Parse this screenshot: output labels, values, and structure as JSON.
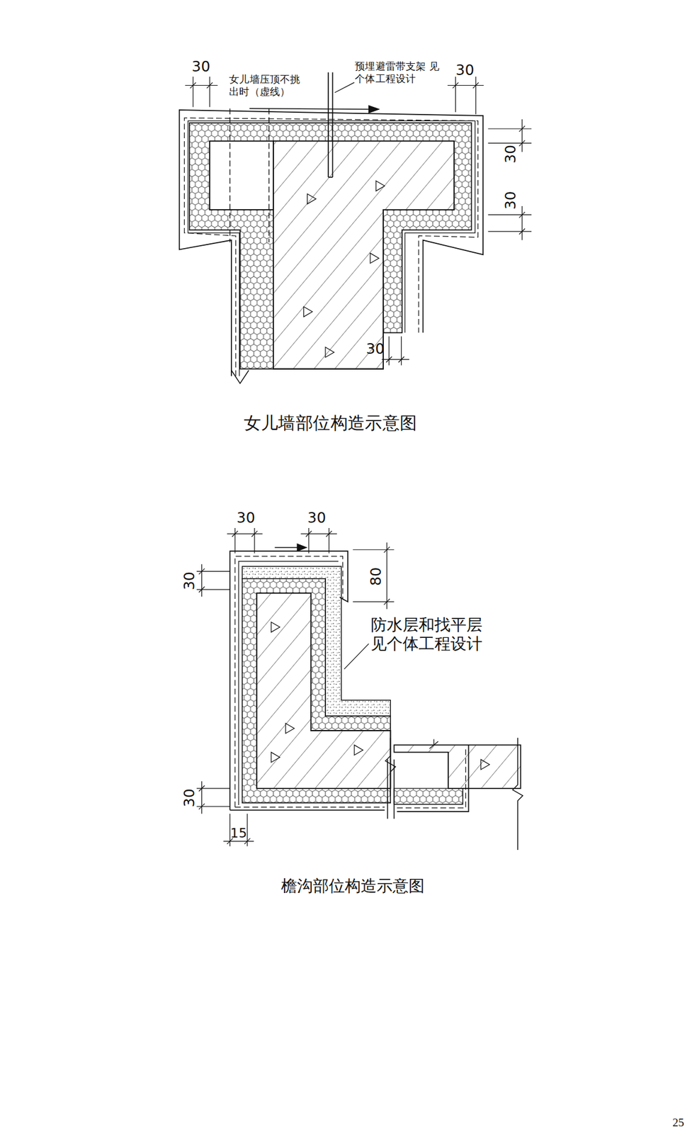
{
  "diagram": {
    "labels": [
      "30",
      "女儿墙压顶不挑 出时（虚线）",
      "预埋避雷带支架 见个体工程设计",
      "30",
      "30",
      "30",
      "30",
      "女儿墙部位构造示意图",
      "30",
      "30",
      "80",
      "30",
      "防水层和找平层 见个体工程设计",
      "30",
      "15",
      "檐沟部位构造示意图",
      "25"
    ]
  }
}
